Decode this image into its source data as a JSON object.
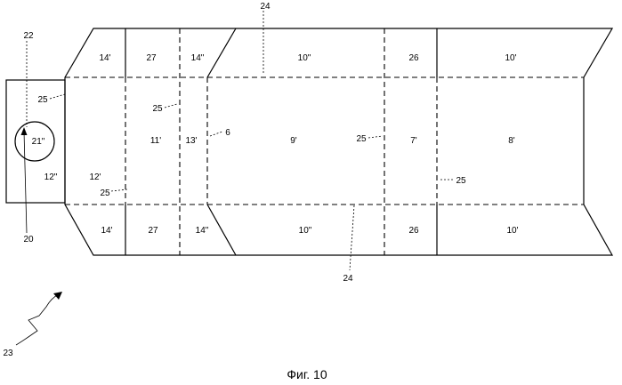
{
  "caption": "Фиг. 10",
  "panels": {
    "top_14p": "14'",
    "top_27": "27",
    "top_14pp": "14\"",
    "top_10pp": "10\"",
    "top_26": "26",
    "top_10p": "10'",
    "bot_14p": "14'",
    "bot_27": "27",
    "bot_14pp": "14\"",
    "bot_10pp": "10\"",
    "bot_26": "26",
    "bot_10p": "10'",
    "p21": "21\"",
    "p12pp": "12\"",
    "p12p": "12'",
    "p11p": "11'",
    "p13p": "13'",
    "p9p": "9'",
    "p7p": "7'",
    "p8p": "8'"
  },
  "refs": {
    "r24_top": "24",
    "r24_bot": "24",
    "r22": "22",
    "r20": "20",
    "r23": "23",
    "r6": "6",
    "r25_a": "25",
    "r25_b": "25",
    "r25_c": "25",
    "r25_d": "25",
    "r25_e": "25"
  }
}
